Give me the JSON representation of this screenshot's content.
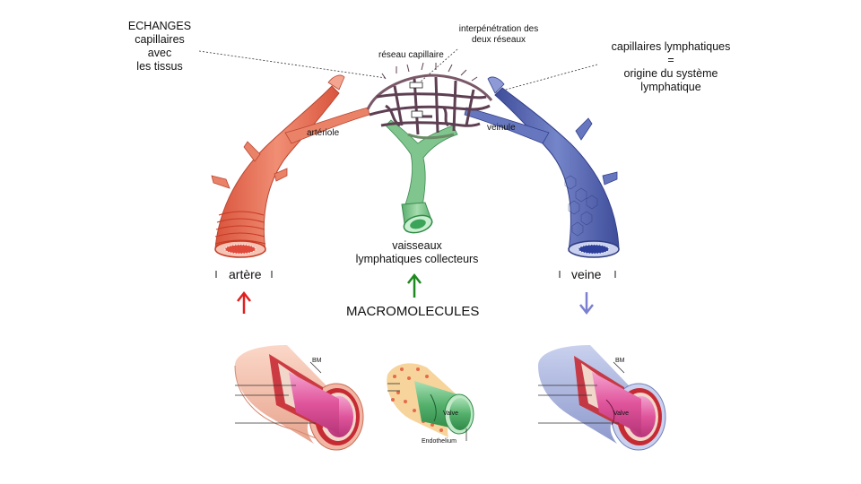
{
  "labels": {
    "echanges": [
      "ECHANGES",
      "capillaires",
      "avec",
      "les tissus"
    ],
    "interpenetration": [
      "interpénétration des",
      "deux réseaux"
    ],
    "reseau_capillaire": "réseau capillaire",
    "capillaires_lymphatiques": [
      "capillaires lymphatiques",
      "=",
      "origine du système",
      "lymphatique"
    ],
    "arteriole": "artériole",
    "veinule": "veinule",
    "vaisseaux": [
      "vaisseaux",
      "lymphatiques collecteurs"
    ],
    "artere": "artère",
    "veine": "veine",
    "macromolecules": "MACROMOLECULES",
    "bm_left": "BM",
    "bm_right": "BM",
    "valve_mid": "Valve",
    "valve_right": "Valve",
    "endothelium": "Endothelium"
  },
  "colors": {
    "artery": "#e87a63",
    "vein": "#5b6cb5",
    "lymph": "#7fc58d",
    "capillary": "#6e4a5e",
    "arrow_red": "#e02020",
    "arrow_green": "#1e8a1e",
    "arrow_blue": "#7b7fd0"
  }
}
